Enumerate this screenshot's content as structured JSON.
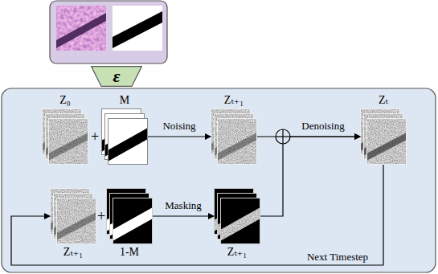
{
  "diagram": {
    "nodes": [
      {
        "text": [
          "ε"
        ]
      },
      {
        "text": [
          "Z₀"
        ]
      },
      {
        "text": [
          "M"
        ]
      },
      {
        "text": [
          "Zₜ₊₁"
        ]
      },
      {
        "text": [
          "Zₜ"
        ]
      },
      {
        "text": [
          "Zₜ₊₁"
        ]
      },
      {
        "text": [
          "1-M"
        ]
      },
      {
        "text": [
          "Zₜ₊₁"
        ]
      }
    ],
    "edges": [
      {
        "from": 2,
        "to": 3,
        "arrow": "to",
        "label": "Noising"
      },
      {
        "from": 6,
        "to": 7,
        "arrow": "to",
        "label": "Masking"
      },
      {
        "from": 3,
        "to": 4,
        "arrow": "to",
        "label": "Denoising"
      },
      {
        "from": 7,
        "to": 4,
        "arrow": "to"
      },
      {
        "from": 4,
        "to": 5,
        "arrow": "to",
        "label": "Next Timestep"
      }
    ],
    "labels": [
      "+",
      "+"
    ]
  }
}
